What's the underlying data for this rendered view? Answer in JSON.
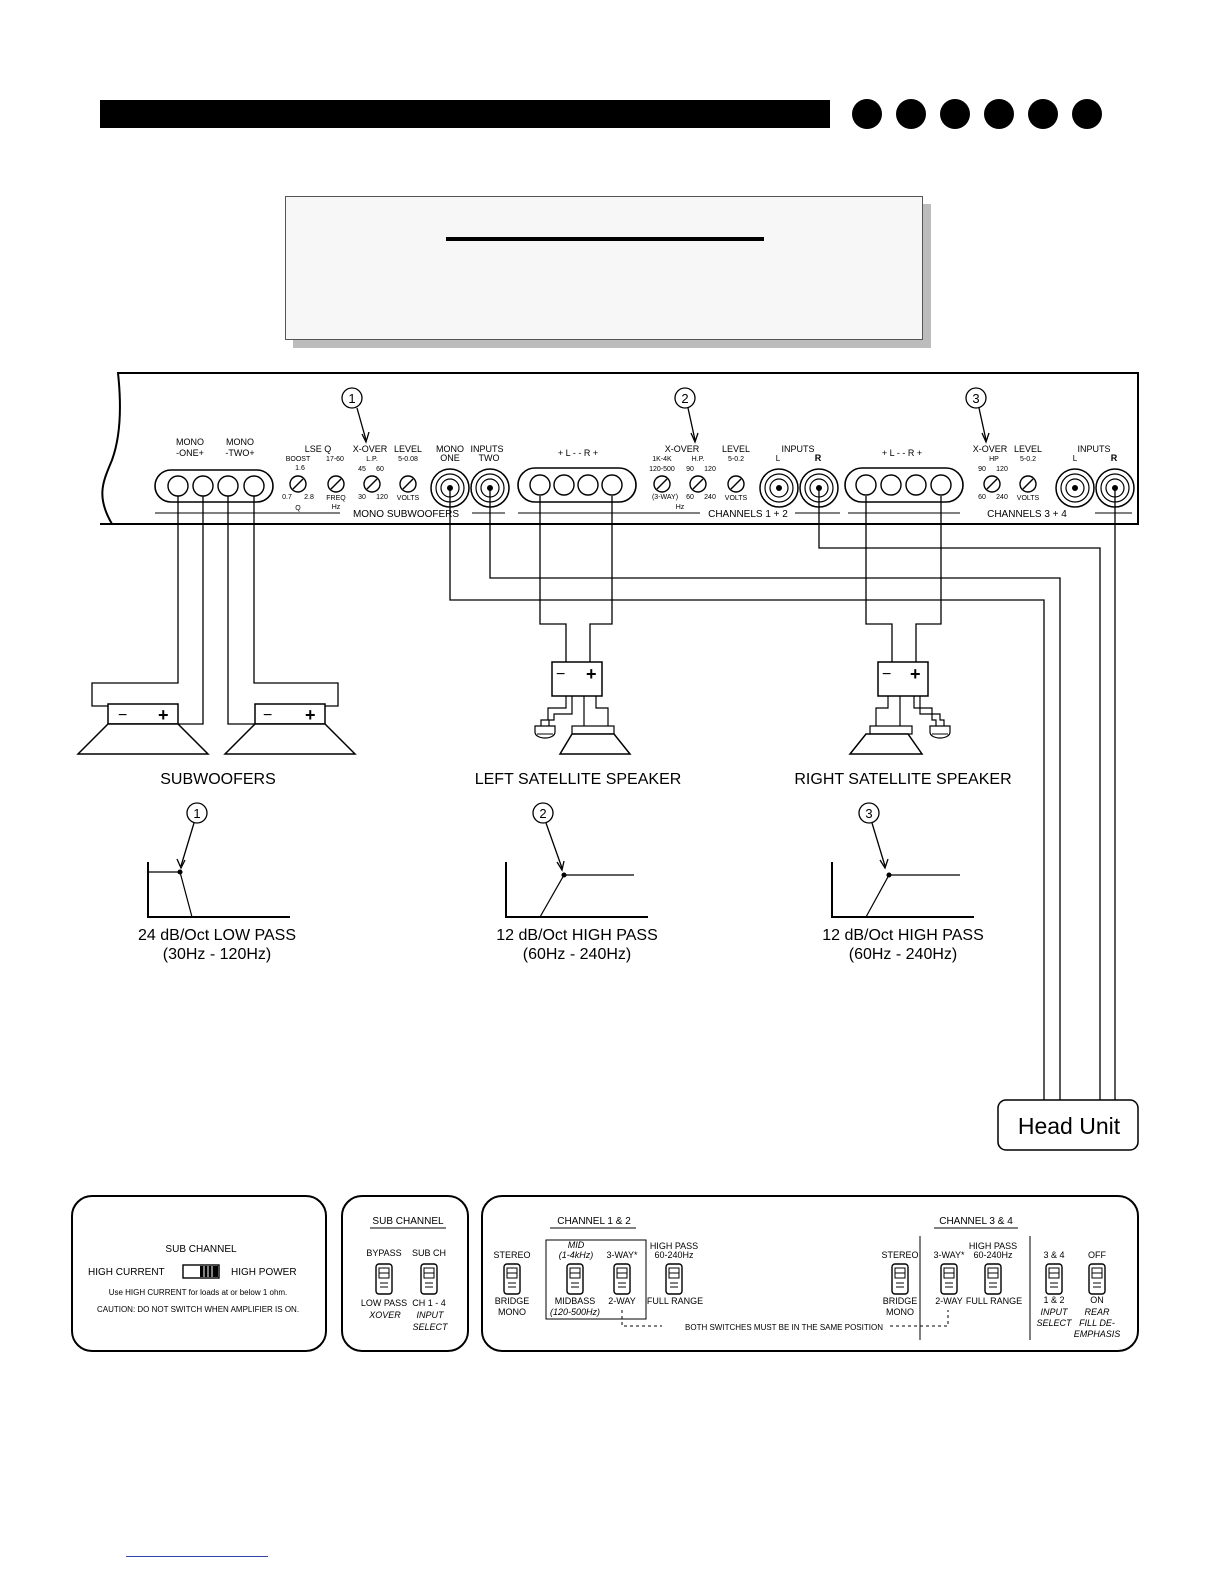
{
  "amp_panel": {
    "markers": [
      "1",
      "2",
      "3"
    ],
    "sub": {
      "mono_one": [
        "MONO",
        "-ONE+"
      ],
      "mono_two": [
        "MONO",
        "-TWO+"
      ],
      "lse_q": "LSE Q",
      "boost": "BOOST",
      "boost_top": "1.6",
      "boost_left": "0.7",
      "boost_right": "2.8",
      "q": "Q",
      "freq_range": "17-60",
      "freq": "FREQ",
      "hz": "Hz",
      "xover": "X-OVER",
      "lp": "L.P.",
      "lp_ticks": [
        "45",
        "60",
        "30",
        "120"
      ],
      "level": "LEVEL",
      "level_range": "5-0.08",
      "volts": "VOLTS",
      "mono_inputs": [
        "MONO",
        "ONE"
      ],
      "inputs_two": [
        "INPUTS",
        "TWO"
      ],
      "section": "MONO SUBWOOFERS"
    },
    "ch12": {
      "terminals": "+ L -    - R +",
      "xover": "X-OVER",
      "mid_range": "1K-4K",
      "hp": "H.P.",
      "midbass": "120-500",
      "three_way": "(3-WAY)",
      "hp_ticks": [
        "90",
        "120",
        "60",
        "240"
      ],
      "hz": "Hz",
      "level": "LEVEL",
      "level_range": "5-0.2",
      "volts": "VOLTS",
      "inputs": "INPUTS",
      "l": "L",
      "r": "R",
      "section": "CHANNELS 1 + 2"
    },
    "ch34": {
      "terminals": "+ L -    - R +",
      "xover": "X-OVER",
      "hp": "HP",
      "hp_ticks": [
        "90",
        "120",
        "60",
        "240"
      ],
      "level": "LEVEL",
      "level_range": "5-0.2",
      "volts": "VOLTS",
      "inputs": "INPUTS",
      "l": "L",
      "r": "R",
      "section": "CHANNELS 3 + 4"
    }
  },
  "speakers": {
    "subwoofers": "SUBWOOFERS",
    "left": "LEFT SATELLITE SPEAKER",
    "right": "RIGHT SATELLITE SPEAKER",
    "minus": "−",
    "plus": "+"
  },
  "curves": [
    {
      "marker": "1",
      "line1": "24 dB/Oct LOW PASS",
      "line2": "(30Hz - 120Hz)"
    },
    {
      "marker": "2",
      "line1": "12 dB/Oct HIGH PASS",
      "line2": "(60Hz - 240Hz)"
    },
    {
      "marker": "3",
      "line1": "12 dB/Oct HIGH PASS",
      "line2": "(60Hz - 240Hz)"
    }
  ],
  "head_unit": "Head Unit",
  "switches": {
    "sub_panel": {
      "title": "SUB CHANNEL",
      "high_current": "HIGH CURRENT",
      "high_power": "HIGH POWER",
      "note1": "Use HIGH CURRENT for loads at or below 1 ohm.",
      "note2": "CAUTION: DO NOT SWITCH WHEN AMPLIFIER IS ON."
    },
    "sub_channel": {
      "title": "SUB CHANNEL",
      "bypass": "BYPASS",
      "low_pass": "LOW PASS",
      "xover": "XOVER",
      "sub_ch": "SUB CH",
      "ch14": "CH 1 - 4",
      "input": "INPUT",
      "select": "SELECT"
    },
    "channels": {
      "ch12_title": "CHANNEL 1 & 2",
      "ch34_title": "CHANNEL 3 & 4",
      "stereo": "STEREO",
      "bridge": "BRIDGE",
      "mono": "MONO",
      "mid": "MID",
      "mid_range": "(1-4kHz)",
      "three_way": "3-WAY*",
      "midbass": "MIDBASS",
      "midbass_range": "(120-500Hz)",
      "two_way": "2-WAY",
      "high_pass": "HIGH PASS",
      "hp_range": "60-240Hz",
      "full_range": "FULL RANGE",
      "both_note": "BOTH SWITCHES MUST BE IN THE SAME POSITION",
      "ch34": "3 & 4",
      "ch12": "1 & 2",
      "input": "INPUT",
      "select": "SELECT",
      "off": "OFF",
      "on": "ON",
      "rear": "REAR",
      "fill": "FILL DE-",
      "emphasis": "EMPHASIS"
    }
  }
}
